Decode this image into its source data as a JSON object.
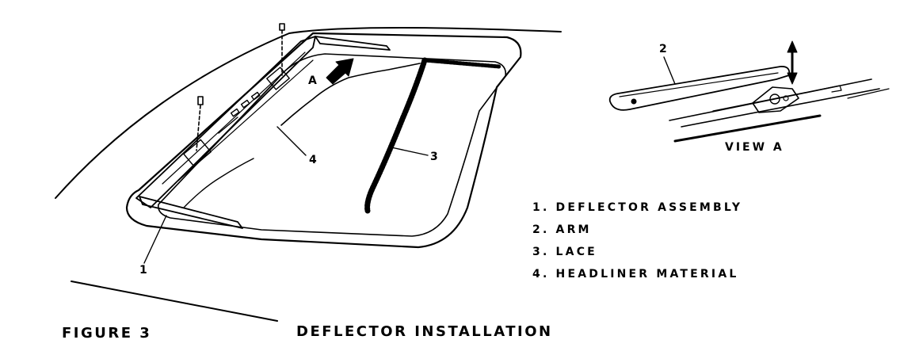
{
  "figure": {
    "label": "FIGURE 3",
    "title": "DEFLECTOR INSTALLATION"
  },
  "callouts": {
    "c1": "1",
    "c2": "2",
    "c3": "3",
    "c4": "4",
    "a": "A"
  },
  "view_label": "VIEW A",
  "legend": [
    "1. DEFLECTOR ASSEMBLY",
    "2. ARM",
    "3. LACE",
    "4. HEADLINER MATERIAL"
  ]
}
